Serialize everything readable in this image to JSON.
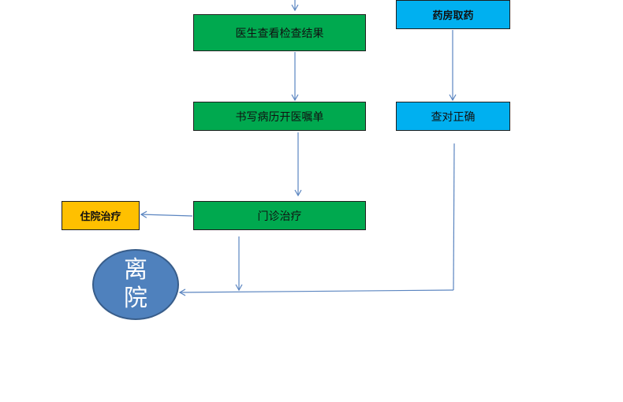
{
  "nodes": {
    "check_results": "医生查看检查结果",
    "record": "书写病历开医嘱单",
    "outpatient": "门诊治疗",
    "pharmacy": "药房取药",
    "verify": "查对正确",
    "inpatient": "住院治疗",
    "discharge": [
      "离",
      "院"
    ]
  },
  "colors": {
    "green": "#00a94f",
    "blue": "#00b0f0",
    "yellow": "#ffc000",
    "circle": "#4f81bd",
    "arrow": "#5b85c0"
  }
}
